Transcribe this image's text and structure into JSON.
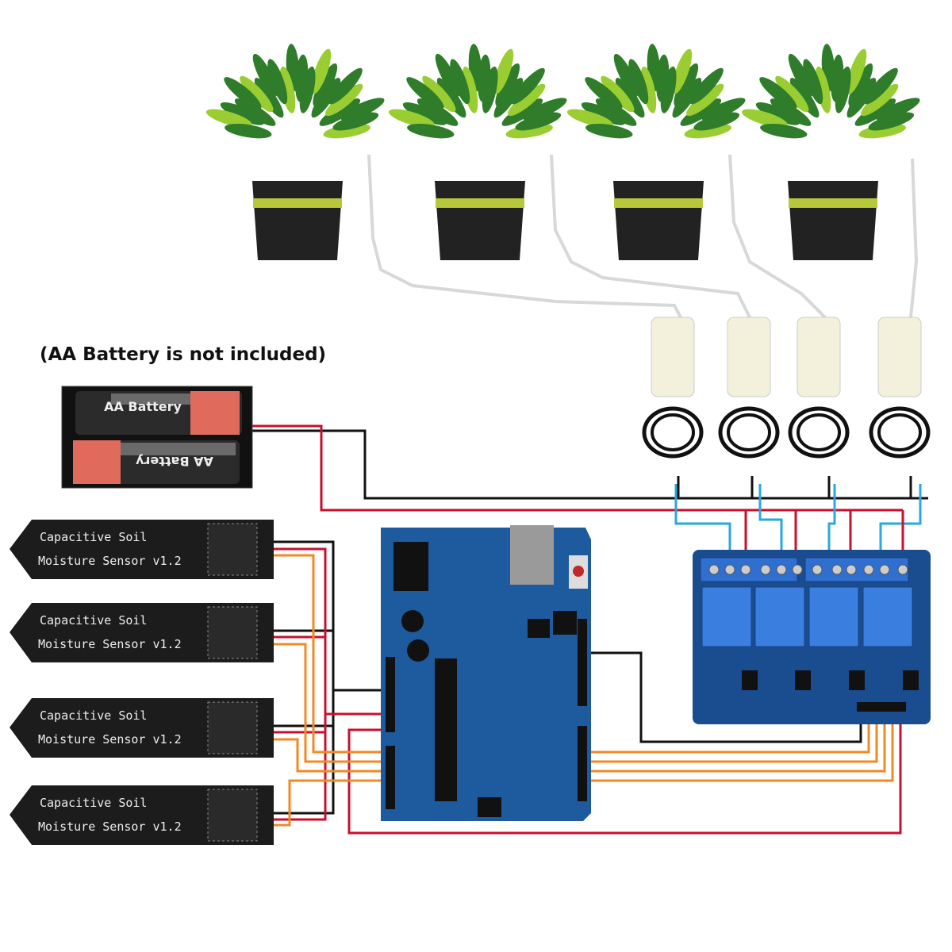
{
  "note": "(AA Battery is not included)",
  "battery": {
    "label_top": "AA Battery",
    "label_bottom": "AA Battery"
  },
  "sensors": [
    {
      "line1": "Capacitive Soil",
      "line2": "Moisture Sensor v1.2"
    },
    {
      "line1": "Capacitive Soil",
      "line2": "Moisture Sensor v1.2"
    },
    {
      "line1": "Capacitive Soil",
      "line2": "Moisture Sensor v1.2"
    },
    {
      "line1": "Capacitive Soil",
      "line2": "Moisture Sensor v1.2"
    }
  ],
  "colors": {
    "wire_red": "#c8102e",
    "wire_black": "#111111",
    "wire_blue": "#29a8e0",
    "wire_orange": "#f08a24",
    "board_blue": "#1d5b9e",
    "relay_blue": "#2f6fd0"
  },
  "components": [
    "plant-pot",
    "water-pump",
    "battery-holder",
    "soil-moisture-sensor",
    "arduino-board",
    "relay-module-4ch"
  ]
}
